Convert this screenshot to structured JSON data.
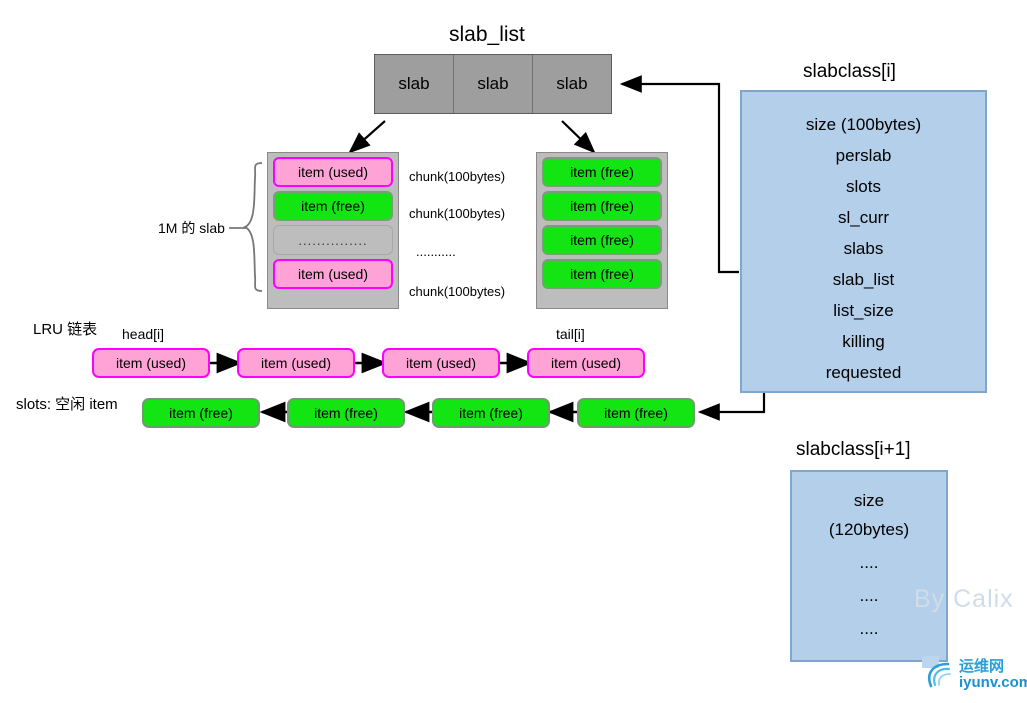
{
  "diagram": {
    "title_slab_list": "slab_list",
    "slab_list_cells": [
      "slab",
      "slab",
      "slab"
    ],
    "brace_label": "1M 的 slab",
    "lru_label": "LRU 链表",
    "head_label": "head[i]",
    "tail_label": "tail[i]",
    "slots_label": "slots: 空闲 item",
    "item_used": "item (used)",
    "item_free_word": "item",
    "item_free_paren": "(free)",
    "ellipsis_wide": "...............",
    "ellipsis_narrow": "...........",
    "chunk_label": "chunk(100bytes)"
  },
  "slab_left": {
    "rows": [
      {
        "kind": "used",
        "text": "item (used)",
        "chunk": "chunk(100bytes)"
      },
      {
        "kind": "free",
        "text": "item (free)",
        "chunk": "chunk(100bytes)"
      },
      {
        "kind": "empty",
        "text": "...............",
        "chunk": "..........."
      },
      {
        "kind": "used",
        "text": "item (used)",
        "chunk": "chunk(100bytes)"
      }
    ]
  },
  "slab_right": {
    "rows": [
      {
        "kind": "free",
        "text": "item (free)"
      },
      {
        "kind": "free",
        "text": "item (free)"
      },
      {
        "kind": "free",
        "text": "item (free)"
      },
      {
        "kind": "free",
        "text": "item (free)"
      }
    ]
  },
  "lru_chain": {
    "nodes": [
      "item (used)",
      "item (used)",
      "item (used)",
      "item (used)"
    ]
  },
  "slots_chain": {
    "nodes": [
      "item (free)",
      "item (free)",
      "item (free)",
      "item (free)"
    ]
  },
  "slabclass_i": {
    "title": "slabclass[i]",
    "fields": [
      "size (100bytes)",
      "perslab",
      "slots",
      "sl_curr",
      "slabs",
      "slab_list",
      "list_size",
      "killing",
      "requested"
    ]
  },
  "slabclass_i1": {
    "title": "slabclass[i+1]",
    "fields": [
      "size",
      "(120bytes)",
      "....",
      "....",
      "...."
    ]
  },
  "watermarks": {
    "calix": "By Calix",
    "iyunv_cn": "运维网",
    "iyunv_domain": "iyunv.com"
  },
  "colors": {
    "slab_gray": "#9e9e9e",
    "slab_detail_gray": "#bdbdbd",
    "item_used_fill": "#ffa3d7",
    "item_used_border": "#ff00ff",
    "item_free_fill": "#13e513",
    "item_free_border": "#6f9c6f",
    "panel_fill": "#b4cfea",
    "panel_border": "#7fa6cd",
    "wire": "#000000",
    "calix_watermark": "#cfdcea",
    "iyunv_blue": "#2a9fd8"
  }
}
